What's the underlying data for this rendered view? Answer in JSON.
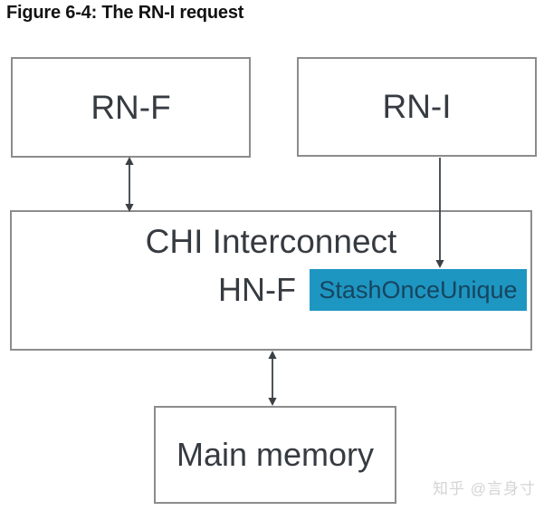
{
  "title": "Figure 6-4: The RN-I request",
  "diagram": {
    "nodes": {
      "rnf": {
        "label": "RN-F"
      },
      "rni": {
        "label": "RN-I"
      },
      "interconnect": {
        "label": "CHI Interconnect"
      },
      "hnf": {
        "label": "HN-F"
      },
      "stash": {
        "label": "StashOnceUnique",
        "bg_color": "#1e96c2",
        "text_color": "#16455f"
      },
      "memory": {
        "label": "Main memory"
      }
    },
    "edges": [
      {
        "from": "RN-F",
        "to": "CHI Interconnect",
        "style": "bidirectional"
      },
      {
        "from": "RN-I",
        "to": "StashOnceUnique",
        "style": "unidirectional-down"
      },
      {
        "from": "CHI Interconnect",
        "to": "Main memory",
        "style": "bidirectional"
      }
    ],
    "border_color": "#8c8c8c",
    "arrow_color": "#3a4045"
  },
  "watermark": "知乎 @言身寸"
}
